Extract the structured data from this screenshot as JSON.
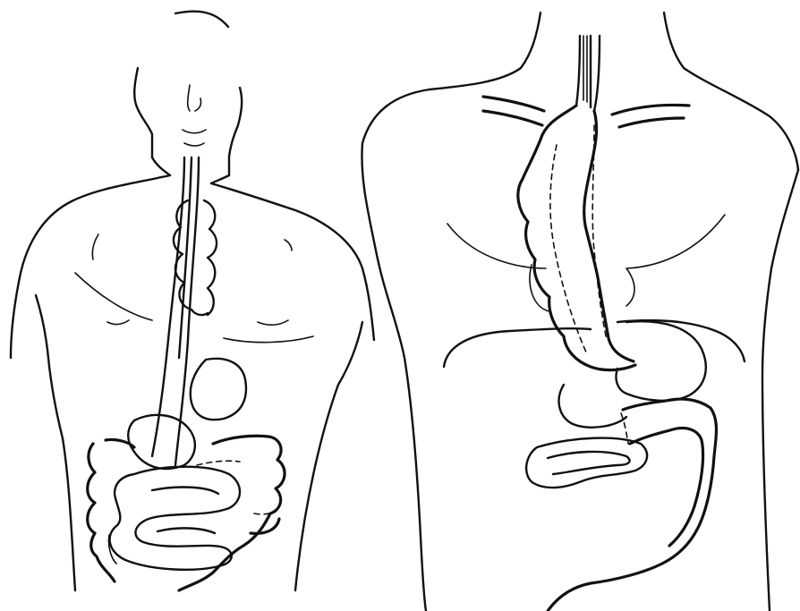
{
  "figure": {
    "panels": [
      {
        "id": "left",
        "subject": "front-view-torso-colon-interposition"
      },
      {
        "id": "right",
        "subject": "chest-view-retrosternal-colon-graft"
      }
    ],
    "colors": {
      "ink": "#111111",
      "background": "#ffffff"
    }
  }
}
